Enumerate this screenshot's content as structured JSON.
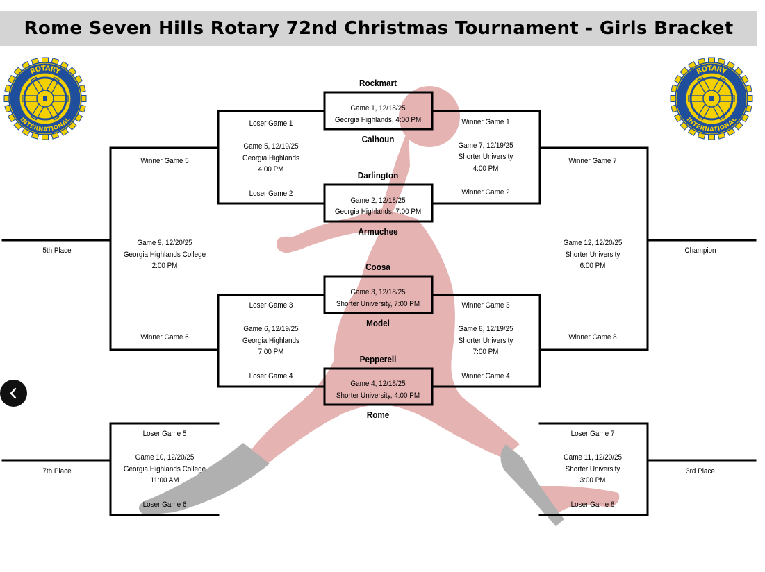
{
  "title": "Rome Seven Hills Rotary 72nd Christmas Tournament - Girls Bracket",
  "logos": {
    "left": {
      "word_top": "ROTARY",
      "word_bottom": "INTERNATIONAL"
    },
    "right": {
      "word_top": "ROTARY",
      "word_bottom": "INTERNATIONAL"
    }
  },
  "teams": [
    "Rockmart",
    "Calhoun",
    "Darlington",
    "Armuchee",
    "Coosa",
    "Model",
    "Pepperell",
    "Rome"
  ],
  "first_round": [
    {
      "line1": "Game 1, 12/18/25",
      "line2": "Georgia Highlands, 4:00 PM"
    },
    {
      "line1": "Game 2, 12/18/25",
      "line2": "Georgia Highlands, 7:00 PM"
    },
    {
      "line1": "Game 3, 12/18/25",
      "line2": "Shorter University, 7:00 PM"
    },
    {
      "line1": "Game 4, 12/18/25",
      "line2": "Shorter University, 4:00 PM"
    }
  ],
  "consolation_semis": [
    {
      "top": "Loser Game 1",
      "info": [
        "Game 5, 12/19/25",
        "Georgia Highlands",
        "4:00 PM"
      ],
      "bottom": "Loser Game 2"
    },
    {
      "top": "Loser Game 3",
      "info": [
        "Game 6, 12/19/25",
        "Georgia Highlands",
        "7:00 PM"
      ],
      "bottom": "Loser Game 4"
    }
  ],
  "winner_semis": [
    {
      "top": "Winner Game 1",
      "info": [
        "Game 7, 12/19/25",
        "Shorter University",
        "4:00 PM"
      ],
      "bottom": "Winner Game 2"
    },
    {
      "top": "Winner Game 3",
      "info": [
        "Game 8, 12/19/25",
        "Shorter University",
        "7:00 PM"
      ],
      "bottom": "Winner Game 4"
    }
  ],
  "game9": {
    "top": "Winner Game 5",
    "info": [
      "Game 9, 12/20/25",
      "Georgia Highlands College",
      "2:00 PM"
    ],
    "bottom": "Winner Game 6",
    "result": "5th Place"
  },
  "game12": {
    "top": "Winner Game 7",
    "info": [
      "Game 12, 12/20/25",
      "Shorter University",
      "6:00 PM"
    ],
    "bottom": "Winner Game 8",
    "result": "Champion"
  },
  "game10": {
    "top": "Loser Game 5",
    "info": [
      "Game 10, 12/20/25",
      "Georgia Highlands College",
      "11:00 AM"
    ],
    "bottom": "Loser Game 6",
    "result": "7th Place"
  },
  "game11": {
    "top": "Loser Game 7",
    "info": [
      "Game 11, 12/20/25",
      "Shorter University",
      "3:00 PM"
    ],
    "bottom": "Loser Game 8",
    "result": "3rd Place"
  },
  "colors": {
    "banner": "#d4d4d4",
    "silhouette": "#e6b3b3",
    "sock": "#b0b0b0",
    "rotary_gold": "#f5d000",
    "rotary_blue": "#1f4e9c",
    "line": "#000000",
    "nav_button": "#111111"
  },
  "icons": {
    "nav": "chevron-left-icon",
    "logo": "rotary-wheel-icon"
  }
}
